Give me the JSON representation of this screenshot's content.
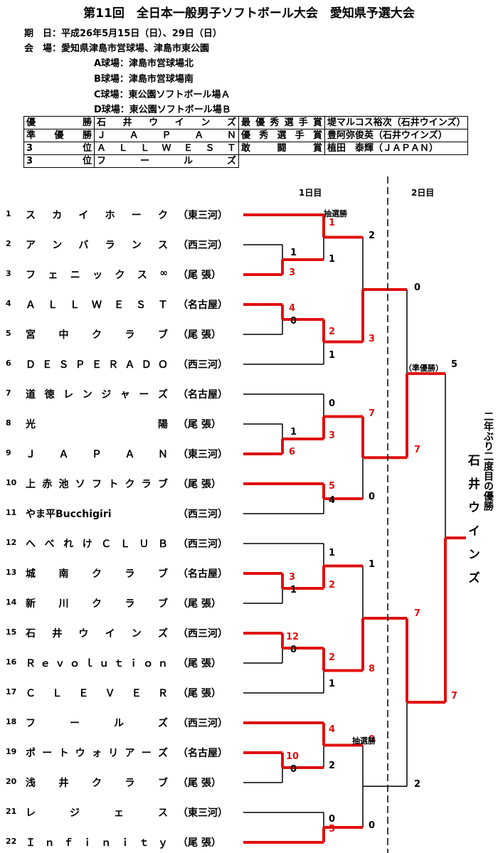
{
  "title": "第11回　全日本一般男子ソフトボール大会　愛知県予選大会",
  "info": {
    "date_label": "期　日：",
    "date": "平成26年5月15日（日）、29日（日）",
    "venue_label": "会　場：",
    "venue": "愛知県津島市営球場、津島市東公園",
    "fields": [
      "A球場：津島市営球場北",
      "B球場：津島市営球場南",
      "C球場：東公園ソフトボール場Ａ",
      "D球場：東公園ソフトボール場Ｂ"
    ]
  },
  "results": [
    {
      "label": [
        "優",
        "勝"
      ],
      "team": [
        "石",
        "井",
        "ウ",
        "イ",
        "ン",
        "ズ"
      ],
      "award": [
        "最",
        "優",
        "秀",
        "選",
        "手",
        "賞"
      ],
      "player": "堤マルコス裕次（石井ウインズ）"
    },
    {
      "label": [
        "準",
        "優",
        "勝"
      ],
      "team": [
        "Ｊ",
        "Ａ",
        "Ｐ",
        "Ａ",
        "Ｎ"
      ],
      "award": [
        "優",
        "秀",
        "選",
        "手",
        "賞"
      ],
      "player": "豊阿弥俊英（石井ウインズ）"
    },
    {
      "label": [
        "3",
        "位"
      ],
      "team": [
        "Ａ",
        "Ｌ",
        "Ｌ",
        "Ｗ",
        "Ｅ",
        "Ｓ",
        "Ｔ"
      ],
      "award": [
        "敢",
        "闘",
        "賞"
      ],
      "player": "植田　泰輝（ＪＡＰＡＮ）"
    },
    {
      "label": [
        "3",
        "位"
      ],
      "team": [
        "フ",
        "ー",
        "ル",
        "ズ"
      ]
    }
  ],
  "days": [
    "1日目",
    "2日目"
  ],
  "teams": [
    {
      "no": "1",
      "name": [
        "ス",
        "カ",
        "イ",
        "ホ",
        "ー",
        "ク"
      ],
      "region": "（東三河）"
    },
    {
      "no": "2",
      "name": [
        "ア",
        "ン",
        "バ",
        "ラ",
        "ン",
        "ス"
      ],
      "region": "（西三河）"
    },
    {
      "no": "3",
      "name": [
        "フ",
        "ェ",
        "ニ",
        "ッ",
        "ク",
        "ス",
        "∞"
      ],
      "region": "（尾 張）"
    },
    {
      "no": "4",
      "name": [
        "Ａ",
        "Ｌ",
        "Ｌ",
        "Ｗ",
        "Ｅ",
        "Ｓ",
        "Ｔ"
      ],
      "region": "（名古屋）"
    },
    {
      "no": "5",
      "name": [
        "宮",
        "中",
        "ク",
        "ラ",
        "ブ"
      ],
      "region": "（尾 張）"
    },
    {
      "no": "6",
      "name": [
        "Ｄ",
        "Ｅ",
        "Ｓ",
        "Ｐ",
        "Ｅ",
        "Ｒ",
        "Ａ",
        "Ｄ",
        "Ｏ"
      ],
      "region": "（西三河）"
    },
    {
      "no": "7",
      "name": [
        "道",
        "徳",
        "レ",
        "ン",
        "ジ",
        "ャ",
        "ー",
        "ズ"
      ],
      "region": "（名古屋）"
    },
    {
      "no": "8",
      "name": [
        "光",
        "陽"
      ],
      "region": "（尾 張）"
    },
    {
      "no": "9",
      "name": [
        "Ｊ",
        "Ａ",
        "Ｐ",
        "Ａ",
        "Ｎ"
      ],
      "region": "（東三河）"
    },
    {
      "no": "10",
      "name": [
        "上",
        "赤",
        "池",
        "ソ",
        "フ",
        "ト",
        "ク",
        "ラ",
        "ブ"
      ],
      "region": "（尾 張）"
    },
    {
      "no": "11",
      "name": [
        "やま平Bucchigiri"
      ],
      "region": "（西三河）"
    },
    {
      "no": "12",
      "name": [
        "へ",
        "べ",
        "れ",
        "け",
        "Ｃ",
        "Ｌ",
        "Ｕ",
        "Ｂ"
      ],
      "region": "（西三河）"
    },
    {
      "no": "13",
      "name": [
        "城",
        "南",
        "ク",
        "ラ",
        "ブ"
      ],
      "region": "（名古屋）"
    },
    {
      "no": "14",
      "name": [
        "新",
        "川",
        "ク",
        "ラ",
        "ブ"
      ],
      "region": "（尾 張）"
    },
    {
      "no": "15",
      "name": [
        "石",
        "井",
        "ウ",
        "イ",
        "ン",
        "ズ"
      ],
      "region": "（西三河）"
    },
    {
      "no": "16",
      "name": [
        "Ｒ",
        "ｅ",
        "ｖ",
        "ｏ",
        "ｌ",
        "ｕ",
        "ｔ",
        "ｉ",
        "ｏ",
        "ｎ"
      ],
      "region": "（尾 張）"
    },
    {
      "no": "17",
      "name": [
        "Ｃ",
        "Ｌ",
        "Ｅ",
        "Ｖ",
        "Ｅ",
        "Ｒ"
      ],
      "region": "（尾 張）"
    },
    {
      "no": "18",
      "name": [
        "フ",
        "ー",
        "ル",
        "ズ"
      ],
      "region": "（西三河）"
    },
    {
      "no": "19",
      "name": [
        "ポ",
        "ー",
        "ト",
        "ウ",
        "ォ",
        "リ",
        "ア",
        "ー",
        "ズ"
      ],
      "region": "（名古屋）"
    },
    {
      "no": "20",
      "name": [
        "浅",
        "井",
        "ク",
        "ラ",
        "ブ"
      ],
      "region": "（尾 張）"
    },
    {
      "no": "21",
      "name": [
        "レ",
        "ジ",
        "ェ",
        "ス"
      ],
      "region": "（東三河）"
    },
    {
      "no": "22",
      "name": [
        "Ｉ",
        "ｎ",
        "ｆ",
        "ｉ",
        "ｎ",
        "ｉ",
        "ｔ",
        "ｙ"
      ],
      "region": "（尾 張）"
    }
  ],
  "scores": [
    {
      "id": "r1-2",
      "v": "1",
      "win": false
    },
    {
      "id": "r1-3",
      "v": "3",
      "win": true
    },
    {
      "id": "r1-4",
      "v": "4",
      "win": true
    },
    {
      "id": "r1-5",
      "v": "0",
      "win": false
    },
    {
      "id": "r1-8",
      "v": "1",
      "win": false
    },
    {
      "id": "r1-9",
      "v": "6",
      "win": true
    },
    {
      "id": "r1-13",
      "v": "3",
      "win": true
    },
    {
      "id": "r1-14",
      "v": "1",
      "win": false
    },
    {
      "id": "r1-15",
      "v": "12",
      "win": true
    },
    {
      "id": "r1-16",
      "v": "0",
      "win": false
    },
    {
      "id": "r1-19",
      "v": "10",
      "win": true
    },
    {
      "id": "r1-20",
      "v": "0",
      "win": false
    },
    {
      "id": "r2-1",
      "v": "1",
      "win": true
    },
    {
      "id": "r2-23",
      "v": "1",
      "win": false
    },
    {
      "id": "r2-45",
      "v": "2",
      "win": true
    },
    {
      "id": "r2-6",
      "v": "1",
      "win": false
    },
    {
      "id": "r2-7",
      "v": "0",
      "win": false
    },
    {
      "id": "r2-89",
      "v": "3",
      "win": true
    },
    {
      "id": "r2-10",
      "v": "5",
      "win": true
    },
    {
      "id": "r2-11",
      "v": "4",
      "win": false
    },
    {
      "id": "r2-12",
      "v": "1",
      "win": false
    },
    {
      "id": "r2-1314",
      "v": "2",
      "win": true
    },
    {
      "id": "r2-1516",
      "v": "2",
      "win": true
    },
    {
      "id": "r2-17",
      "v": "1",
      "win": false
    },
    {
      "id": "r2-18",
      "v": "4",
      "win": true
    },
    {
      "id": "r2-1920",
      "v": "2",
      "win": false
    },
    {
      "id": "r2-21",
      "v": "0",
      "win": false
    },
    {
      "id": "r2-22",
      "v": "5",
      "win": true
    },
    {
      "id": "r3-a",
      "v": "2",
      "win": false
    },
    {
      "id": "r3-b",
      "v": "3",
      "win": true
    },
    {
      "id": "r3-c",
      "v": "7",
      "win": true
    },
    {
      "id": "r3-d",
      "v": "0",
      "win": false
    },
    {
      "id": "r3-e",
      "v": "1",
      "win": false
    },
    {
      "id": "r3-f",
      "v": "8",
      "win": true
    },
    {
      "id": "r3-g",
      "v": "0",
      "win": true
    },
    {
      "id": "r3-h",
      "v": "0",
      "win": false
    },
    {
      "id": "r4-a",
      "v": "0",
      "win": false
    },
    {
      "id": "r4-b",
      "v": "7",
      "win": true
    },
    {
      "id": "r4-c",
      "v": "7",
      "win": true
    },
    {
      "id": "r4-d",
      "v": "2",
      "win": false
    },
    {
      "id": "sf-a",
      "v": "5",
      "win": false
    },
    {
      "id": "sf-b",
      "v": "7",
      "win": true
    }
  ],
  "notes": {
    "lottery": "抽選勝",
    "runner_up": "（準優勝）"
  },
  "champion": "石井ウインズ",
  "champion_note": "二年ぶり二度目の優勝"
}
